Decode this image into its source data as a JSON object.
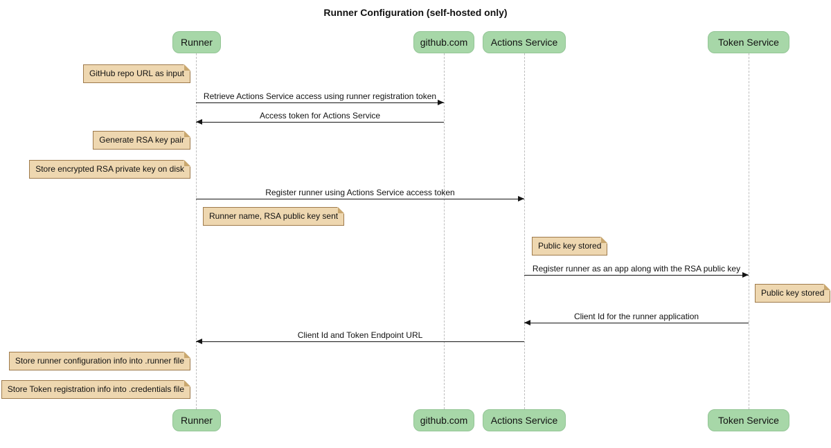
{
  "title": "Runner Configuration (self-hosted only)",
  "diagram_type": "sequence",
  "colors": {
    "participant_fill": "#a7d7a8",
    "participant_border": "#93c595",
    "note_fill": "#eed7b0",
    "note_border": "#9e7a4b",
    "lifeline": "#bdbdbd",
    "arrow": "#141414",
    "background": "#ffffff",
    "text": "#111111"
  },
  "participants": [
    {
      "name": "Runner"
    },
    {
      "name": "github.com"
    },
    {
      "name": "Actions Service"
    },
    {
      "name": "Token Service"
    }
  ],
  "messages": [
    {
      "label": "Retrieve Actions Service access using runner registration token",
      "from": "Runner",
      "to": "github.com"
    },
    {
      "label": "Access token for Actions Service",
      "from": "github.com",
      "to": "Runner"
    },
    {
      "label": "Register runner using Actions Service access token",
      "from": "Runner",
      "to": "Actions Service"
    },
    {
      "label": "Register runner as an app along with the RSA public key",
      "from": "Actions Service",
      "to": "Token Service"
    },
    {
      "label": "Client Id for the runner application",
      "from": "Token Service",
      "to": "Actions Service"
    },
    {
      "label": "Client Id and Token Endpoint URL",
      "from": "Actions Service",
      "to": "Runner"
    }
  ],
  "notes": [
    {
      "text": "GitHub repo URL as input",
      "anchor": "Runner",
      "side": "left"
    },
    {
      "text": "Generate RSA key pair",
      "anchor": "Runner",
      "side": "left"
    },
    {
      "text": "Store encrypted RSA private key on disk",
      "anchor": "Runner",
      "side": "left"
    },
    {
      "text": "Runner name, RSA public key sent",
      "anchor": "Runner",
      "side": "right"
    },
    {
      "text": "Public key stored",
      "anchor": "Actions Service",
      "side": "right"
    },
    {
      "text": "Public key stored",
      "anchor": "Token Service",
      "side": "right"
    },
    {
      "text": "Store runner configuration info into .runner file",
      "anchor": "Runner",
      "side": "left"
    },
    {
      "text": "Store Token registration info into .credentials file",
      "anchor": "Runner",
      "side": "left"
    }
  ]
}
